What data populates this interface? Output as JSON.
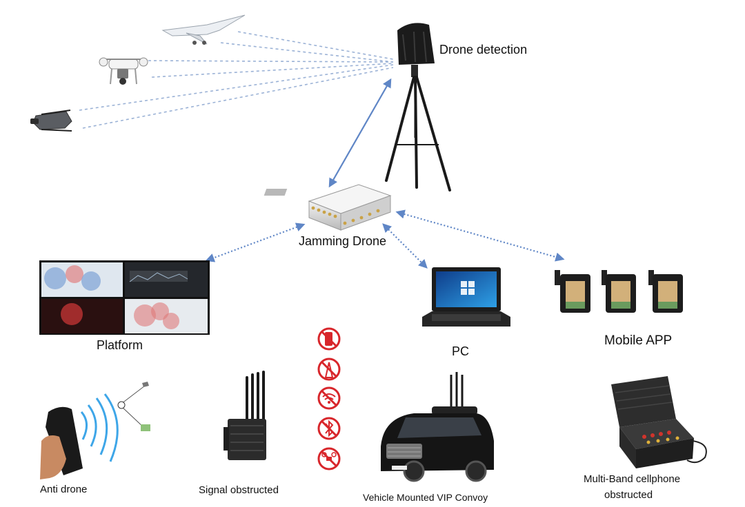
{
  "labels": {
    "drone_detection": "Drone detection",
    "jamming_drone": "Jamming Drone",
    "platform": "Platform",
    "pc": "PC",
    "mobile_app": "Mobile APP",
    "anti_drone": "Anti drone",
    "signal_obstructed": "Signal obstructed",
    "vehicle_convoy": "Vehicle Mounted VIP Convoy",
    "multi_band_line1": "Multi-Band cellphone",
    "multi_band_line2": "obstructed"
  },
  "icons": {
    "prohibited": [
      "no-cellphone-icon",
      "no-signal-tower-icon",
      "no-wifi-icon",
      "no-bluetooth-icon",
      "no-drone-icon"
    ]
  },
  "colors": {
    "link_line": "#5f86c6",
    "prohibit_red": "#d8262b",
    "device_dark": "#1e1e1e"
  }
}
